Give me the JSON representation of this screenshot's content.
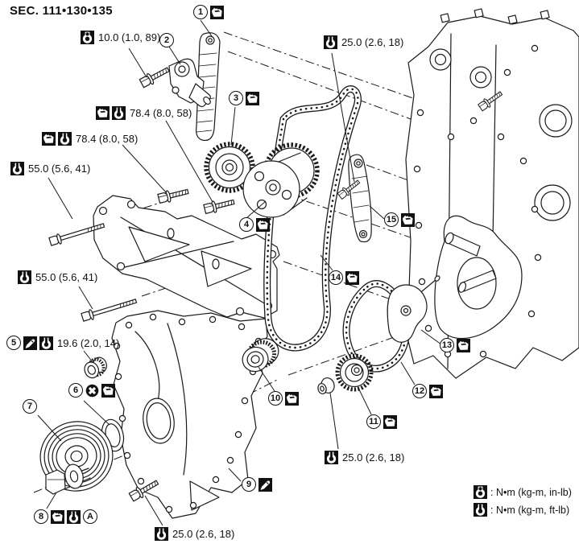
{
  "title": "SEC. 111•130•135",
  "legend": {
    "in_lb": {
      "icon": "torque-wrench-in-lb",
      "label": ": N•m (kg-m, in-lb)"
    },
    "ft_lb": {
      "icon": "torque-wrench-ft-lb",
      "label": ": N•m (kg-m, ft-lb)"
    }
  },
  "torque_labels": {
    "tq10": {
      "value": "10.0 (1.0, 89)",
      "icons": [
        "torque-wrench-in-lb"
      ]
    },
    "tq78a": {
      "value": "78.4 (8.0, 58)",
      "icons": [
        "engine-oil",
        "torque-wrench-ft-lb"
      ]
    },
    "tq78b": {
      "value": "78.4 (8.0, 58)",
      "icons": [
        "engine-oil",
        "torque-wrench-ft-lb"
      ]
    },
    "tq55a": {
      "value": "55.0 (5.6, 41)",
      "icons": [
        "torque-wrench-ft-lb"
      ]
    },
    "tq55b": {
      "value": "55.0 (5.6, 41)",
      "icons": [
        "torque-wrench-ft-lb"
      ]
    },
    "tq19": {
      "value": "19.6 (2.0, 14)",
      "icons": [
        "liquid-gasket",
        "torque-wrench-ft-lb"
      ]
    },
    "tq25top": {
      "value": "25.0 (2.6, 18)",
      "icons": [
        "torque-wrench-ft-lb"
      ]
    },
    "tq25right": {
      "value": "25.0 (2.6, 18)",
      "icons": [
        "torque-wrench-ft-lb"
      ]
    },
    "tq25bottom": {
      "value": "25.0 (2.6, 18)",
      "icons": [
        "torque-wrench-ft-lb"
      ]
    }
  },
  "callouts": {
    "c1": {
      "num": "1",
      "icons": [
        "engine-oil"
      ]
    },
    "c2": {
      "num": "2",
      "icons": []
    },
    "c3": {
      "num": "3",
      "icons": [
        "engine-oil"
      ]
    },
    "c4": {
      "num": "4",
      "icons": [
        "engine-oil"
      ]
    },
    "c5": {
      "num": "5",
      "icons": [
        "liquid-gasket",
        "torque-wrench-ft-lb"
      ]
    },
    "c6": {
      "num": "6",
      "icons": [
        "do-not-reuse",
        "engine-oil"
      ]
    },
    "c7": {
      "num": "7",
      "icons": []
    },
    "c8": {
      "num": "8",
      "icons": [
        "engine-oil",
        "torque-wrench-ft-lb"
      ],
      "badge": "A"
    },
    "c9": {
      "num": "9",
      "icons": [
        "liquid-gasket"
      ]
    },
    "c10": {
      "num": "10",
      "icons": [
        "engine-oil"
      ]
    },
    "c11": {
      "num": "11",
      "icons": [
        "engine-oil"
      ]
    },
    "c12": {
      "num": "12",
      "icons": [
        "engine-oil"
      ]
    },
    "c13": {
      "num": "13",
      "icons": [
        "engine-oil"
      ]
    },
    "c14": {
      "num": "14",
      "icons": [
        "engine-oil"
      ]
    },
    "c15": {
      "num": "15",
      "icons": [
        "engine-oil"
      ]
    }
  }
}
